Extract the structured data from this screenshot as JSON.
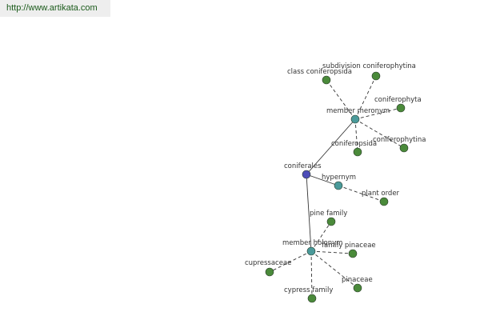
{
  "header": {
    "url_text": "http://www.artikata.com"
  },
  "colors": {
    "root": "#4d4db8",
    "relation": "#4a9a9a",
    "term": "#4a8a3a",
    "edge": "#333333"
  },
  "graph": {
    "nodes": [
      {
        "id": "coniferales",
        "label": "coniferales",
        "kind": "root"
      },
      {
        "id": "member-meronym",
        "label": "member meronym",
        "kind": "relation"
      },
      {
        "id": "hypernym",
        "label": "hypernym",
        "kind": "relation"
      },
      {
        "id": "member-holonym",
        "label": "member holonym",
        "kind": "relation"
      },
      {
        "id": "class-coniferopsida",
        "label": "class coniferopsida",
        "kind": "term"
      },
      {
        "id": "subdivision-coniferophytina",
        "label": "subdivision coniferophytina",
        "kind": "term"
      },
      {
        "id": "coniferophyta",
        "label": "coniferophyta",
        "kind": "term"
      },
      {
        "id": "coniferopsida",
        "label": "coniferopsida",
        "kind": "term"
      },
      {
        "id": "coniferophytina",
        "label": "coniferophytina",
        "kind": "term"
      },
      {
        "id": "plant-order",
        "label": "plant order",
        "kind": "term"
      },
      {
        "id": "pine-family",
        "label": "pine family",
        "kind": "term"
      },
      {
        "id": "family-pinaceae",
        "label": "family pinaceae",
        "kind": "term"
      },
      {
        "id": "cupressaceae",
        "label": "cupressaceae",
        "kind": "term"
      },
      {
        "id": "pinaceae",
        "label": "pinaceae",
        "kind": "term"
      },
      {
        "id": "cypress-family",
        "label": "cypress family",
        "kind": "term"
      }
    ],
    "edges": [
      {
        "from": "coniferales",
        "to": "member-meronym",
        "style": "solid"
      },
      {
        "from": "coniferales",
        "to": "hypernym",
        "style": "solid"
      },
      {
        "from": "coniferales",
        "to": "member-holonym",
        "style": "solid"
      },
      {
        "from": "member-meronym",
        "to": "class-coniferopsida",
        "style": "dashed"
      },
      {
        "from": "member-meronym",
        "to": "subdivision-coniferophytina",
        "style": "dashed"
      },
      {
        "from": "member-meronym",
        "to": "coniferophyta",
        "style": "dashed"
      },
      {
        "from": "member-meronym",
        "to": "coniferopsida",
        "style": "dashed"
      },
      {
        "from": "member-meronym",
        "to": "coniferophytina",
        "style": "dashed"
      },
      {
        "from": "hypernym",
        "to": "plant-order",
        "style": "dashed"
      },
      {
        "from": "member-holonym",
        "to": "pine-family",
        "style": "dashed"
      },
      {
        "from": "member-holonym",
        "to": "family-pinaceae",
        "style": "dashed"
      },
      {
        "from": "member-holonym",
        "to": "cupressaceae",
        "style": "dashed"
      },
      {
        "from": "member-holonym",
        "to": "pinaceae",
        "style": "dashed"
      },
      {
        "from": "member-holonym",
        "to": "cypress-family",
        "style": "dashed"
      }
    ]
  }
}
